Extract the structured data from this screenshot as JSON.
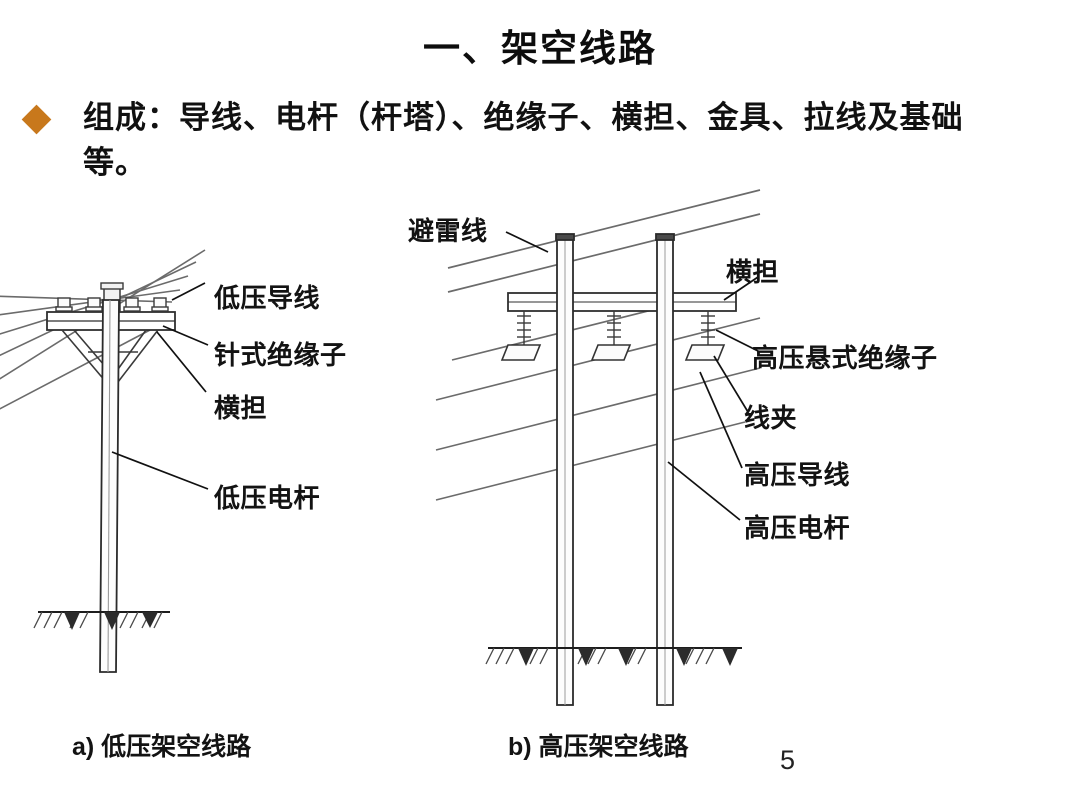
{
  "slide": {
    "title": "一、架空线路",
    "page_number": "5",
    "background_color": "#ffffff",
    "bullet": {
      "marker": "diamond-bullet",
      "marker_color": "#C8781C",
      "text": "组成：导线、电杆（杆塔）、绝缘子、横担、金具、拉线及基础等。"
    }
  },
  "figure_a": {
    "caption": "a) 低压架空线路",
    "labels": [
      {
        "id": "a0",
        "text": "低压导线"
      },
      {
        "id": "a1",
        "text": "针式绝缘子"
      },
      {
        "id": "a2",
        "text": "横担"
      },
      {
        "id": "a3",
        "text": "低压电杆"
      }
    ]
  },
  "figure_b": {
    "caption": "b) 高压架空线路",
    "labels": [
      {
        "id": "b0",
        "text": "避雷线"
      },
      {
        "id": "b1",
        "text": "横担"
      },
      {
        "id": "b2",
        "text": "高压悬式绝缘子"
      },
      {
        "id": "b3",
        "text": "线夹"
      },
      {
        "id": "b4",
        "text": "高压导线"
      },
      {
        "id": "b5",
        "text": "高压电杆"
      }
    ]
  }
}
